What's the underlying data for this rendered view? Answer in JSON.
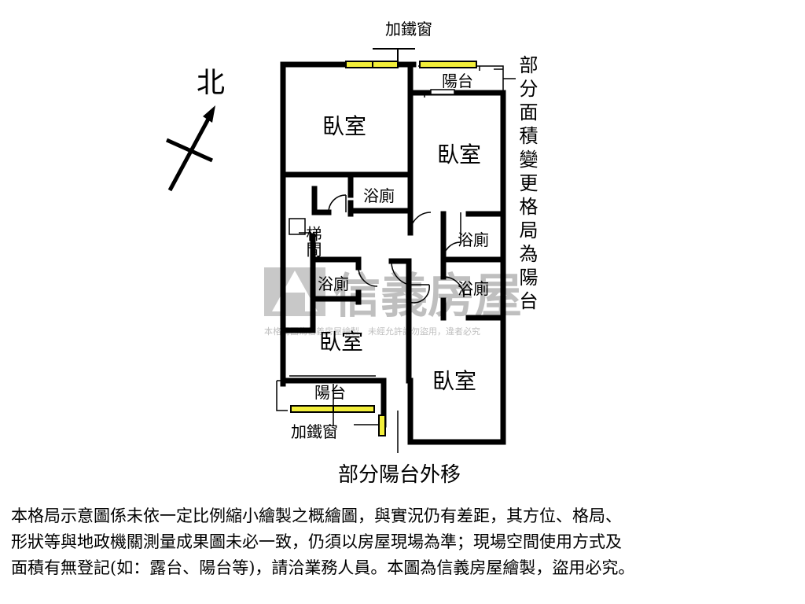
{
  "compass": {
    "north_label": "北"
  },
  "rooms": {
    "bedroom_nw": "臥室",
    "bedroom_ne": "臥室",
    "bedroom_sw": "臥室",
    "bedroom_se": "臥室",
    "bath_1": "浴廁",
    "bath_2": "浴廁",
    "bath_3": "浴廁",
    "bath_4": "浴廁",
    "stair": "梯間",
    "balcony_top": "陽台",
    "balcony_bottom": "陽台"
  },
  "annotations": {
    "iron_window_top": "加鐵窗",
    "iron_window_bottom": "加鐵窗",
    "side_note": "部分面積變更格局為陽台",
    "bottom_note": "部分陽台外移"
  },
  "watermark": {
    "brand": "信義房屋",
    "notice": "本格局圖為信義房屋繪製，未經允許請勿盜用，違者必究"
  },
  "disclaimer": "本格局示意圖係未依一定比例縮小繪製之概繪圖，與實況仍有差距，其方位、格局、\n形狀等與地政機關測量成果圖未必一致，仍須以房屋現場為準；現場空間使用方式及\n面積有無登記(如：露台、陽台等)，請洽業務人員。本圖為信義房屋繪製，盜用必究。",
  "colors": {
    "window_fill": "#f2ee3a",
    "wall": "#000000",
    "watermark": "#bfbfbf"
  }
}
